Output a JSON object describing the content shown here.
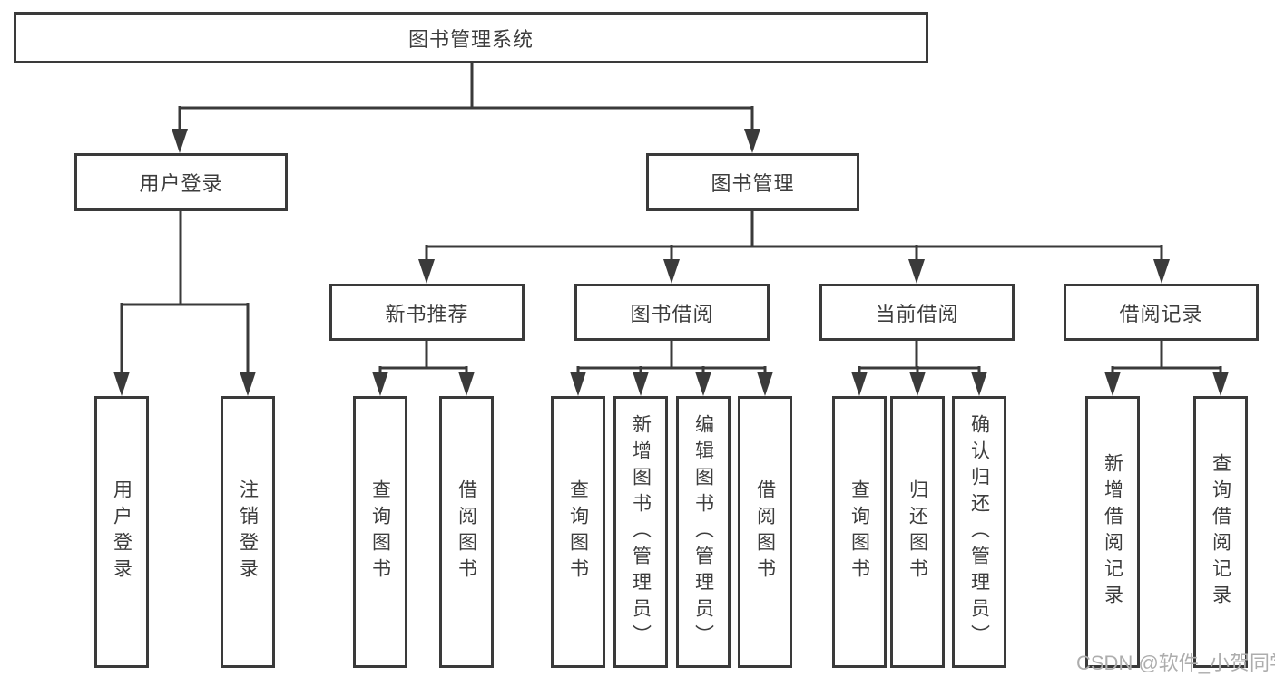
{
  "colors": {
    "line": "#3a3a3a",
    "text": "#3d3d3d",
    "watermark": "#adadad",
    "background": "#ffffff"
  },
  "root": {
    "label": "图书管理系统"
  },
  "branches": {
    "user_login": {
      "label": "用户登录",
      "leaves": [
        "用户登录",
        "注销登录"
      ]
    },
    "book_management": {
      "label": "图书管理",
      "sections": [
        {
          "label": "新书推荐",
          "leaves": [
            "查询图书",
            "借阅图书"
          ]
        },
        {
          "label": "图书借阅",
          "leaves": [
            "查询图书",
            "新增图书（管理员）",
            "编辑图书（管理员）",
            "借阅图书"
          ]
        },
        {
          "label": "当前借阅",
          "leaves": [
            "查询图书",
            "归还图书",
            "确认归还（管理员）"
          ]
        },
        {
          "label": "借阅记录",
          "leaves": [
            "新增借阅记录",
            "查询借阅记录"
          ]
        }
      ]
    }
  },
  "watermark": {
    "text": "CSDN @软件_小贺同学"
  }
}
